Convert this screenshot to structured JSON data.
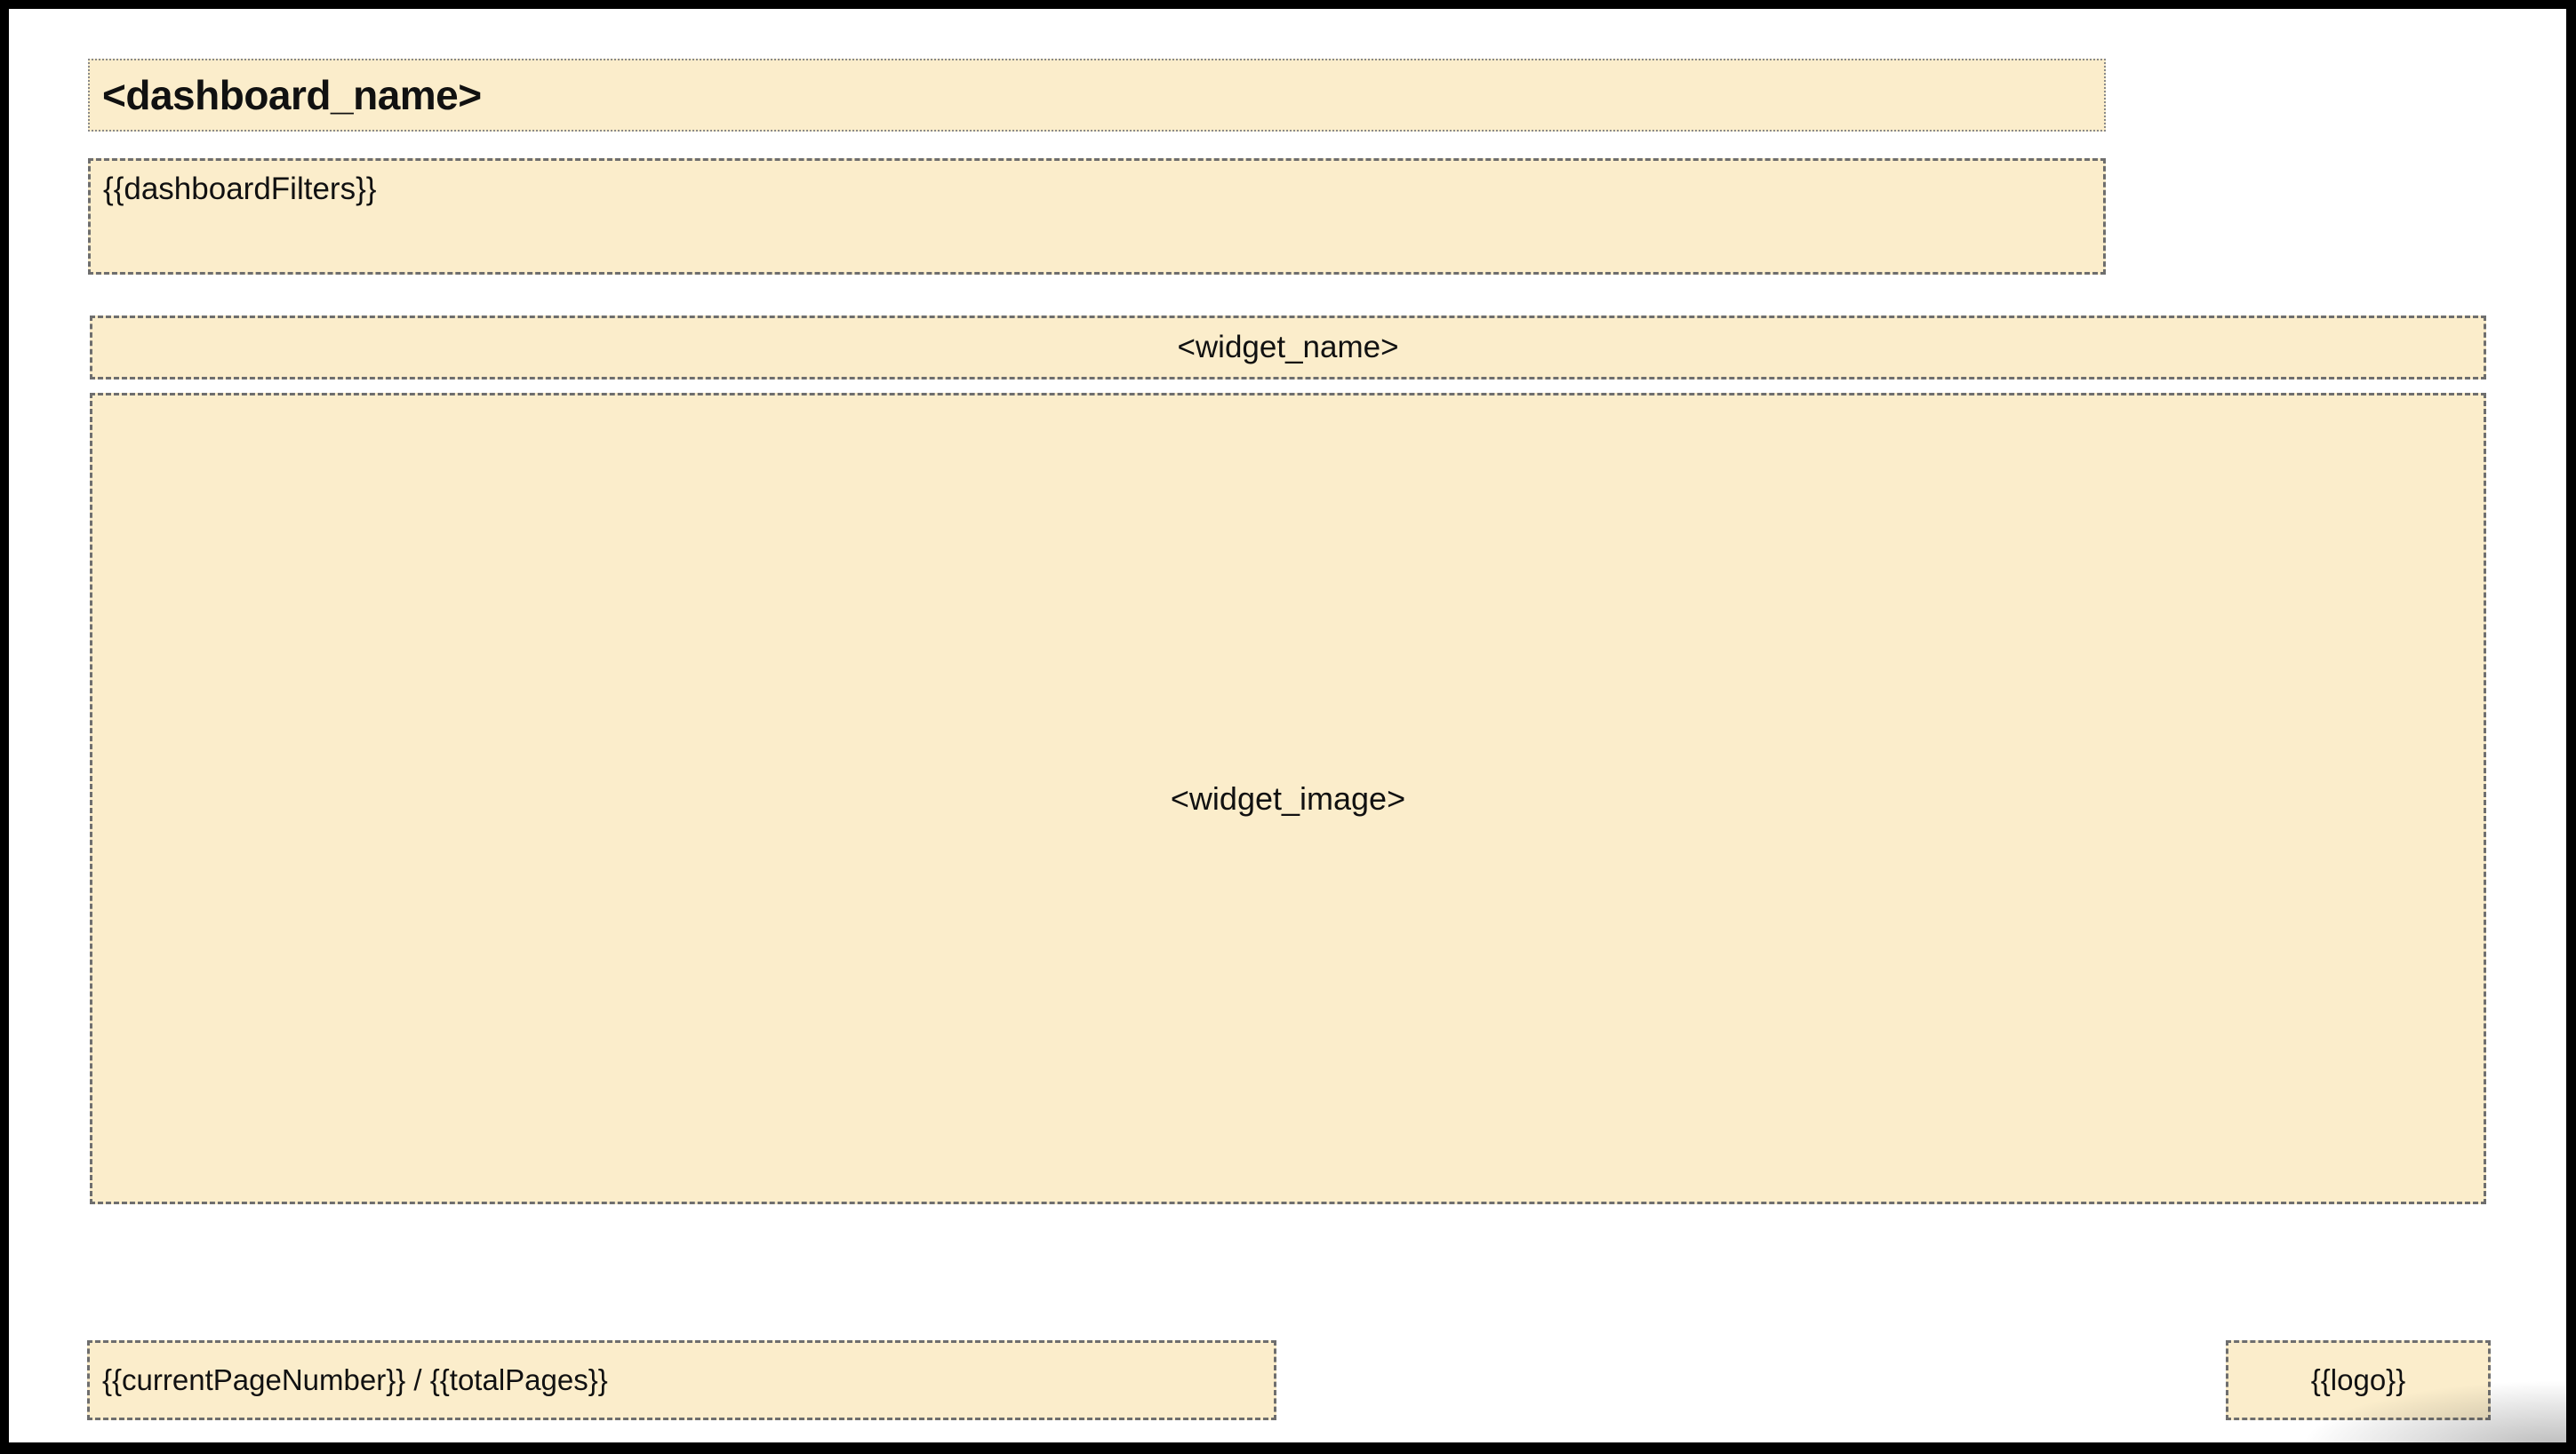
{
  "template": {
    "header": {
      "dashboard_name": "<dashboard_name>",
      "dashboard_filters": "{{dashboardFilters}}"
    },
    "widget": {
      "name": "<widget_name>",
      "image": "<widget_image>"
    },
    "footer": {
      "page_counter": "{{currentPageNumber}} / {{totalPages}}",
      "logo": "{{logo}}"
    },
    "colors": {
      "placeholder_fill": "#fbedcb",
      "placeholder_border_dashed": "#6e6e6e",
      "placeholder_border_dotted": "#8a8a8a",
      "frame": "#000000",
      "page_background": "#ffffff",
      "text": "#111111"
    }
  }
}
